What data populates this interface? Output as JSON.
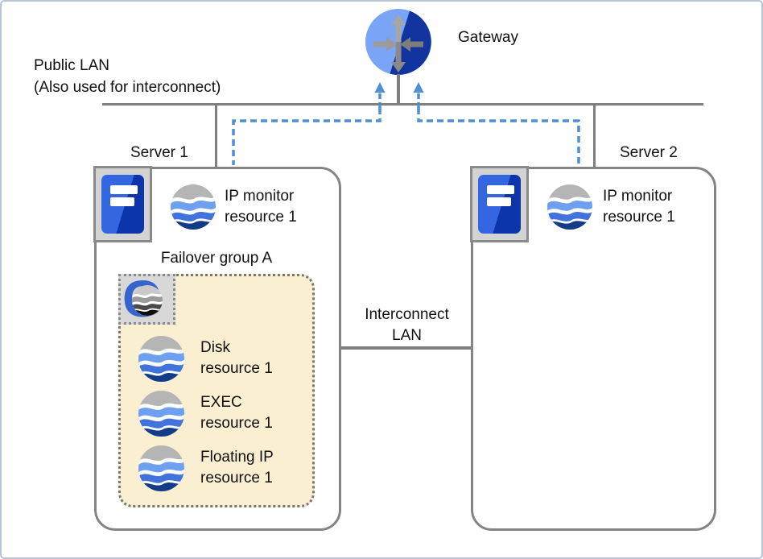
{
  "network": {
    "public_lan_label": "Public LAN",
    "public_lan_note": "(Also used for interconnect)",
    "gateway_label": "Gateway",
    "interconnect_line1": "Interconnect",
    "interconnect_line2": "LAN"
  },
  "servers": [
    {
      "name": "Server 1",
      "monitor": {
        "line1": "IP monitor",
        "line2": "resource 1"
      }
    },
    {
      "name": "Server 2",
      "monitor": {
        "line1": "IP monitor",
        "line2": "resource 1"
      }
    }
  ],
  "failover_group": {
    "title": "Failover group A",
    "resources": [
      {
        "line1": "Disk",
        "line2": "resource 1"
      },
      {
        "line1": "EXEC",
        "line2": "resource 1"
      },
      {
        "line1": "Floating IP",
        "line2": "resource 1"
      }
    ]
  },
  "icons": {
    "gateway": "router-icon",
    "server": "server-tower-icon",
    "resource": "wave-sphere-icon",
    "group": "group-g-icon"
  },
  "colors": {
    "line_gray": "#7f7f7f",
    "dashed_blue": "#4E8FD3",
    "group_fill": "#FBEFD2",
    "sphere_gray_cap": "#b5b5b5",
    "sphere_blue_light": "#6FA0F0",
    "sphere_blue_mid": "#4273DB",
    "sphere_blue_dark": "#123C86",
    "server_blue_light": "#3566E2",
    "server_blue_dark": "#0C35AC",
    "gateway_light_blue": "#7AA5F6",
    "gateway_dark_blue": "#12349E"
  }
}
